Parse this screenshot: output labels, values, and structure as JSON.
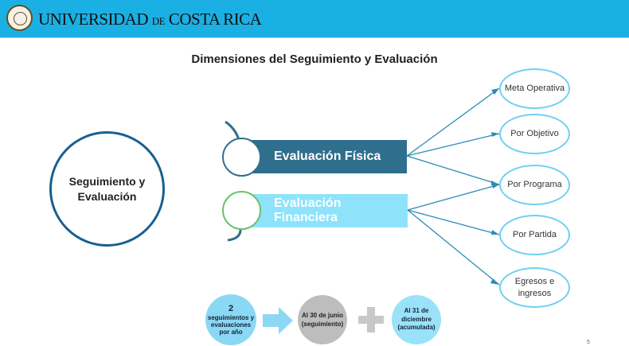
{
  "header": {
    "university_main": "UNIVERSIDAD",
    "university_de": "DE",
    "university_tail": "COSTA RICA",
    "background": "#1bb0e4"
  },
  "title": "Dimensiones del Seguimiento y Evaluación",
  "main_circle": "Seguimiento y Evaluación",
  "bars": {
    "fisica": "Evaluación Física",
    "financiera": "Evaluación Financiera"
  },
  "items": [
    "Meta Operativa",
    "Por Objetivo",
    "Por Programa",
    "Por Partida",
    "Egresos e ingresos"
  ],
  "bottom": {
    "count": "2",
    "count_text": "seguimientos y evaluaciones por año",
    "junio": "Al 30 de junio (seguimiento)",
    "diciembre": "Al 31 de diciembre (acumulada)"
  },
  "page_number": "5",
  "colors": {
    "dark_teal": "#2f6f8d",
    "light_cyan": "#8ee3fb",
    "green_ring": "#66c36b"
  }
}
